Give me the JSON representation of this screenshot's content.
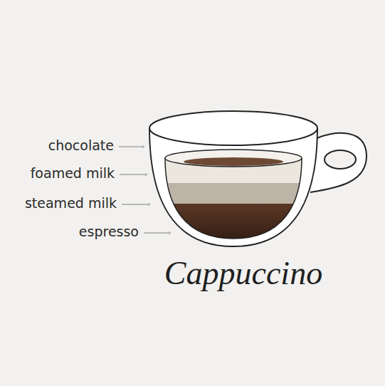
{
  "diagram": {
    "title": "Cappuccino",
    "labels": [
      "chocolate",
      "foamed milk",
      "steamed milk",
      "espresso"
    ]
  }
}
